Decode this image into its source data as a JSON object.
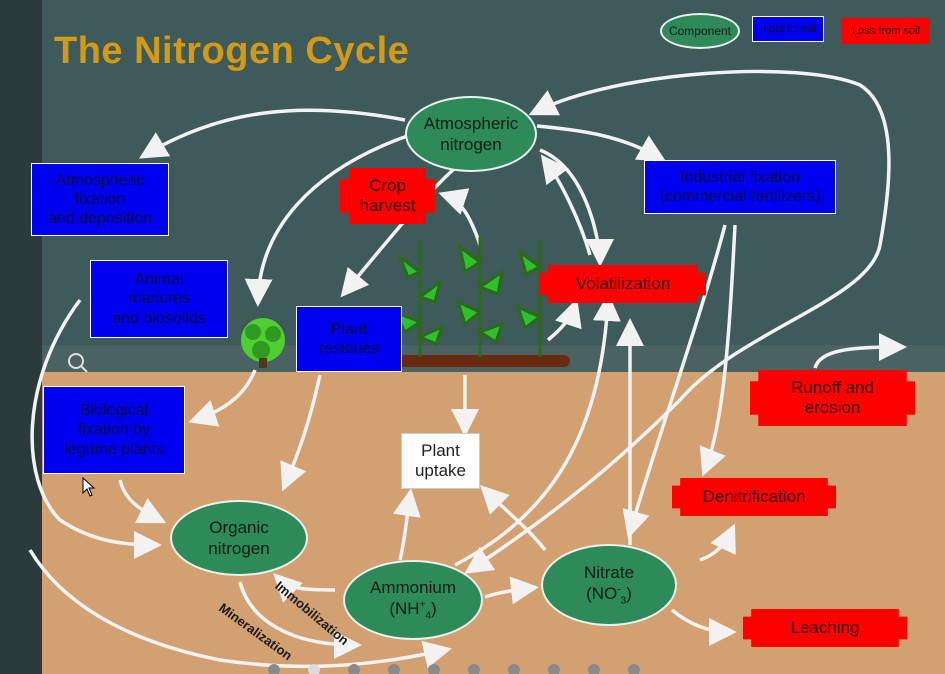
{
  "title": "The Nitrogen Cycle",
  "legend": {
    "component": "Component",
    "input": "Input to soil",
    "loss": "Loss from soil"
  },
  "nodes": {
    "atmospheric_nitrogen": [
      "Atmospheric",
      "nitrogen"
    ],
    "atmospheric_fixation": [
      "Atmospheric",
      "fixation",
      "and deposition"
    ],
    "animal_manures": [
      "Animal",
      "manures",
      "and biosolids"
    ],
    "crop_harvest": [
      "Crop",
      "harvest"
    ],
    "industrial_fixation": [
      "Industrial fixation",
      "(commercial fertilizers)"
    ],
    "volatilization": "Volatilization",
    "plant_residues": [
      "Plant",
      "residues"
    ],
    "runoff_erosion": [
      "Runoff and",
      "erosion"
    ],
    "biological_fixation": [
      "Biological",
      "fixation by",
      "legume plants"
    ],
    "plant_uptake": [
      "Plant",
      "uptake"
    ],
    "denitrification": "Denitrification",
    "organic_nitrogen": [
      "Organic",
      "nitrogen"
    ],
    "ammonium": {
      "name": "Ammonium",
      "formula_main": "(NH",
      "sup": "+",
      "sub": "4",
      "close": ")"
    },
    "nitrate": {
      "name": "Nitrate",
      "formula_main": "(NO",
      "sup": "-",
      "sub": "3",
      "close": ")"
    },
    "leaching": "Leaching"
  },
  "labels": {
    "immobilization": "Immobilization",
    "mineralization": "Mineralization"
  },
  "colors": {
    "component": "#2f8a5a",
    "input": "#0000f0",
    "loss": "#ff0000",
    "title": "#d39a16"
  }
}
